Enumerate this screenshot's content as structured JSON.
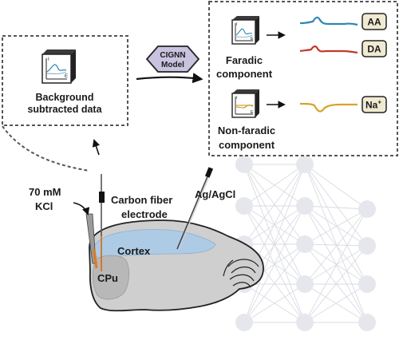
{
  "background_box": {
    "title_line1": "Background",
    "title_line2": "subtracted data"
  },
  "model": {
    "line1": "CIGNN",
    "line2": "Model"
  },
  "faradic": {
    "line1": "Faradic",
    "line2": "component"
  },
  "non_faradic": {
    "line1": "Non-faradic",
    "line2": "component"
  },
  "badges": {
    "aa": "AA",
    "da": "DA",
    "na": "Na",
    "na_sup": "+"
  },
  "labels": {
    "kcl_line1": "70 mM",
    "kcl_line2": "KCl",
    "electrode_line1": "Carbon fiber",
    "electrode_line2": "electrode",
    "reference": "Ag/AgCl",
    "cortex": "Cortex",
    "cpu": "CPu"
  },
  "plot_axes": {
    "y": "I",
    "x": "E"
  },
  "colors": {
    "aa_trace": "#2c86b0",
    "da_trace": "#c0392b",
    "na_trace": "#d9a12a",
    "badge_fill": "#f1ead3",
    "cortex": "#aecbe6",
    "model_fill": "#c9c3df",
    "brain": "#cccccc"
  }
}
